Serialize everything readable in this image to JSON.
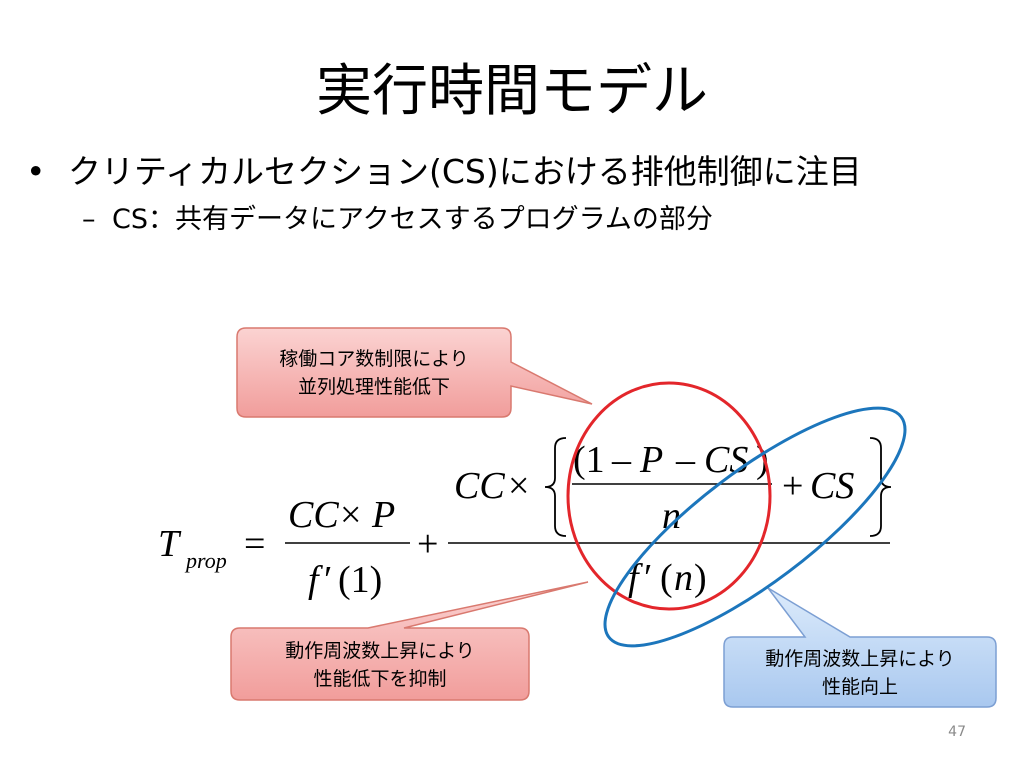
{
  "slide": {
    "title": "実行時間モデル",
    "bullet_marker": "•",
    "bullet_text": "クリティカルセクション(CS)における排他制御に注目",
    "sub_marker": "–",
    "sub_text": "CS：共有データにアクセスするプログラムの部分",
    "page_number": "47"
  },
  "callouts": {
    "top_left": {
      "line1": "稼働コア数制限により",
      "line2": "並列処理性能低下"
    },
    "bottom_left": {
      "line1": "動作周波数上昇により",
      "line2": "性能低下を抑制"
    },
    "bottom_right": {
      "line1": "動作周波数上昇により",
      "line2": "性能向上"
    }
  },
  "formula": {
    "lhs_T": "T",
    "lhs_sub": "prop",
    "equals": "=",
    "plus": "+",
    "times": "×",
    "minus": "–",
    "plus_small": "+",
    "frac1_num_a": "CC",
    "frac1_num_b": "P",
    "frac1_den_f": "f",
    "frac1_den_prime": "′",
    "frac1_den_arg": "(1)",
    "frac2_cc": "CC",
    "inner_open": "(1",
    "inner_p": "P",
    "inner_cs": "CS",
    "inner_close": ")",
    "inner_n": "n",
    "outer_cs": "CS",
    "frac2_den_f": "f",
    "frac2_den_prime": "′",
    "frac2_den_open": "(",
    "frac2_den_n": "n",
    "frac2_den_close": ")"
  },
  "colors": {
    "red_callout_fill": "#f6b3b2",
    "red_callout_stroke": "#d9796f",
    "blue_callout_fill": "#c2d9f6",
    "blue_callout_stroke": "#7c9fd3",
    "red_circle": "#e3262b",
    "blue_ellipse": "#1c76bc"
  }
}
